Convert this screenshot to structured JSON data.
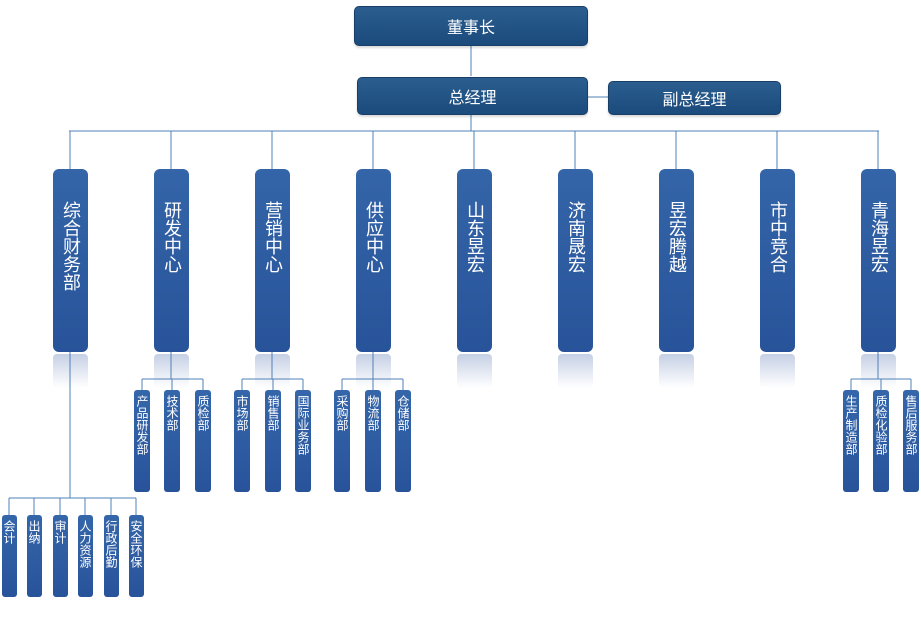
{
  "chairman": "董事长",
  "general_manager": "总经理",
  "deputy_general_manager": "副总经理",
  "departments": [
    {
      "name": "综合财务部",
      "subs": [
        "会计",
        "出纳",
        "审计",
        "人力资源",
        "行政后勤",
        "安全环保"
      ]
    },
    {
      "name": "研发中心",
      "subs": [
        "产品研发部",
        "技术部",
        "质检部"
      ]
    },
    {
      "name": "营销中心",
      "subs": [
        "市场部",
        "销售部",
        "国际业务部"
      ]
    },
    {
      "name": "供应中心",
      "subs": [
        "采购部",
        "物流部",
        "仓储部"
      ]
    },
    {
      "name": "山东昱宏",
      "subs": []
    },
    {
      "name": "济南晟宏",
      "subs": []
    },
    {
      "name": "昱宏腾越",
      "subs": []
    },
    {
      "name": "市中竞合",
      "subs": []
    },
    {
      "name": "青海昱宏",
      "subs": [
        "生产制造部",
        "质检化验部",
        "售后服务部"
      ]
    }
  ],
  "colors": {
    "header": "#1f4e7e",
    "dept": "#2e5ca3",
    "line": "#4f82b8"
  }
}
